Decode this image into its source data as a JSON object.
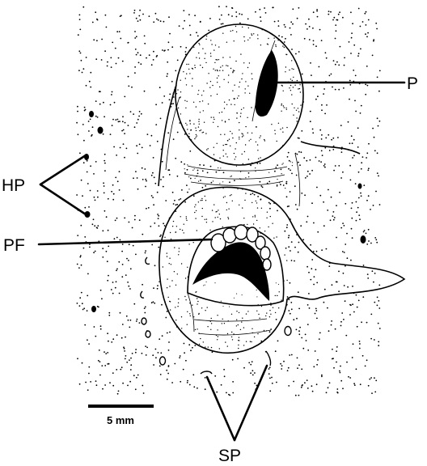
{
  "labels": {
    "p": "P",
    "hp": "HP",
    "pf": "PF",
    "sp": "SP"
  },
  "scale_bar": {
    "text": "5 mm"
  },
  "colors": {
    "ink": "#000000",
    "paper": "#ffffff"
  }
}
